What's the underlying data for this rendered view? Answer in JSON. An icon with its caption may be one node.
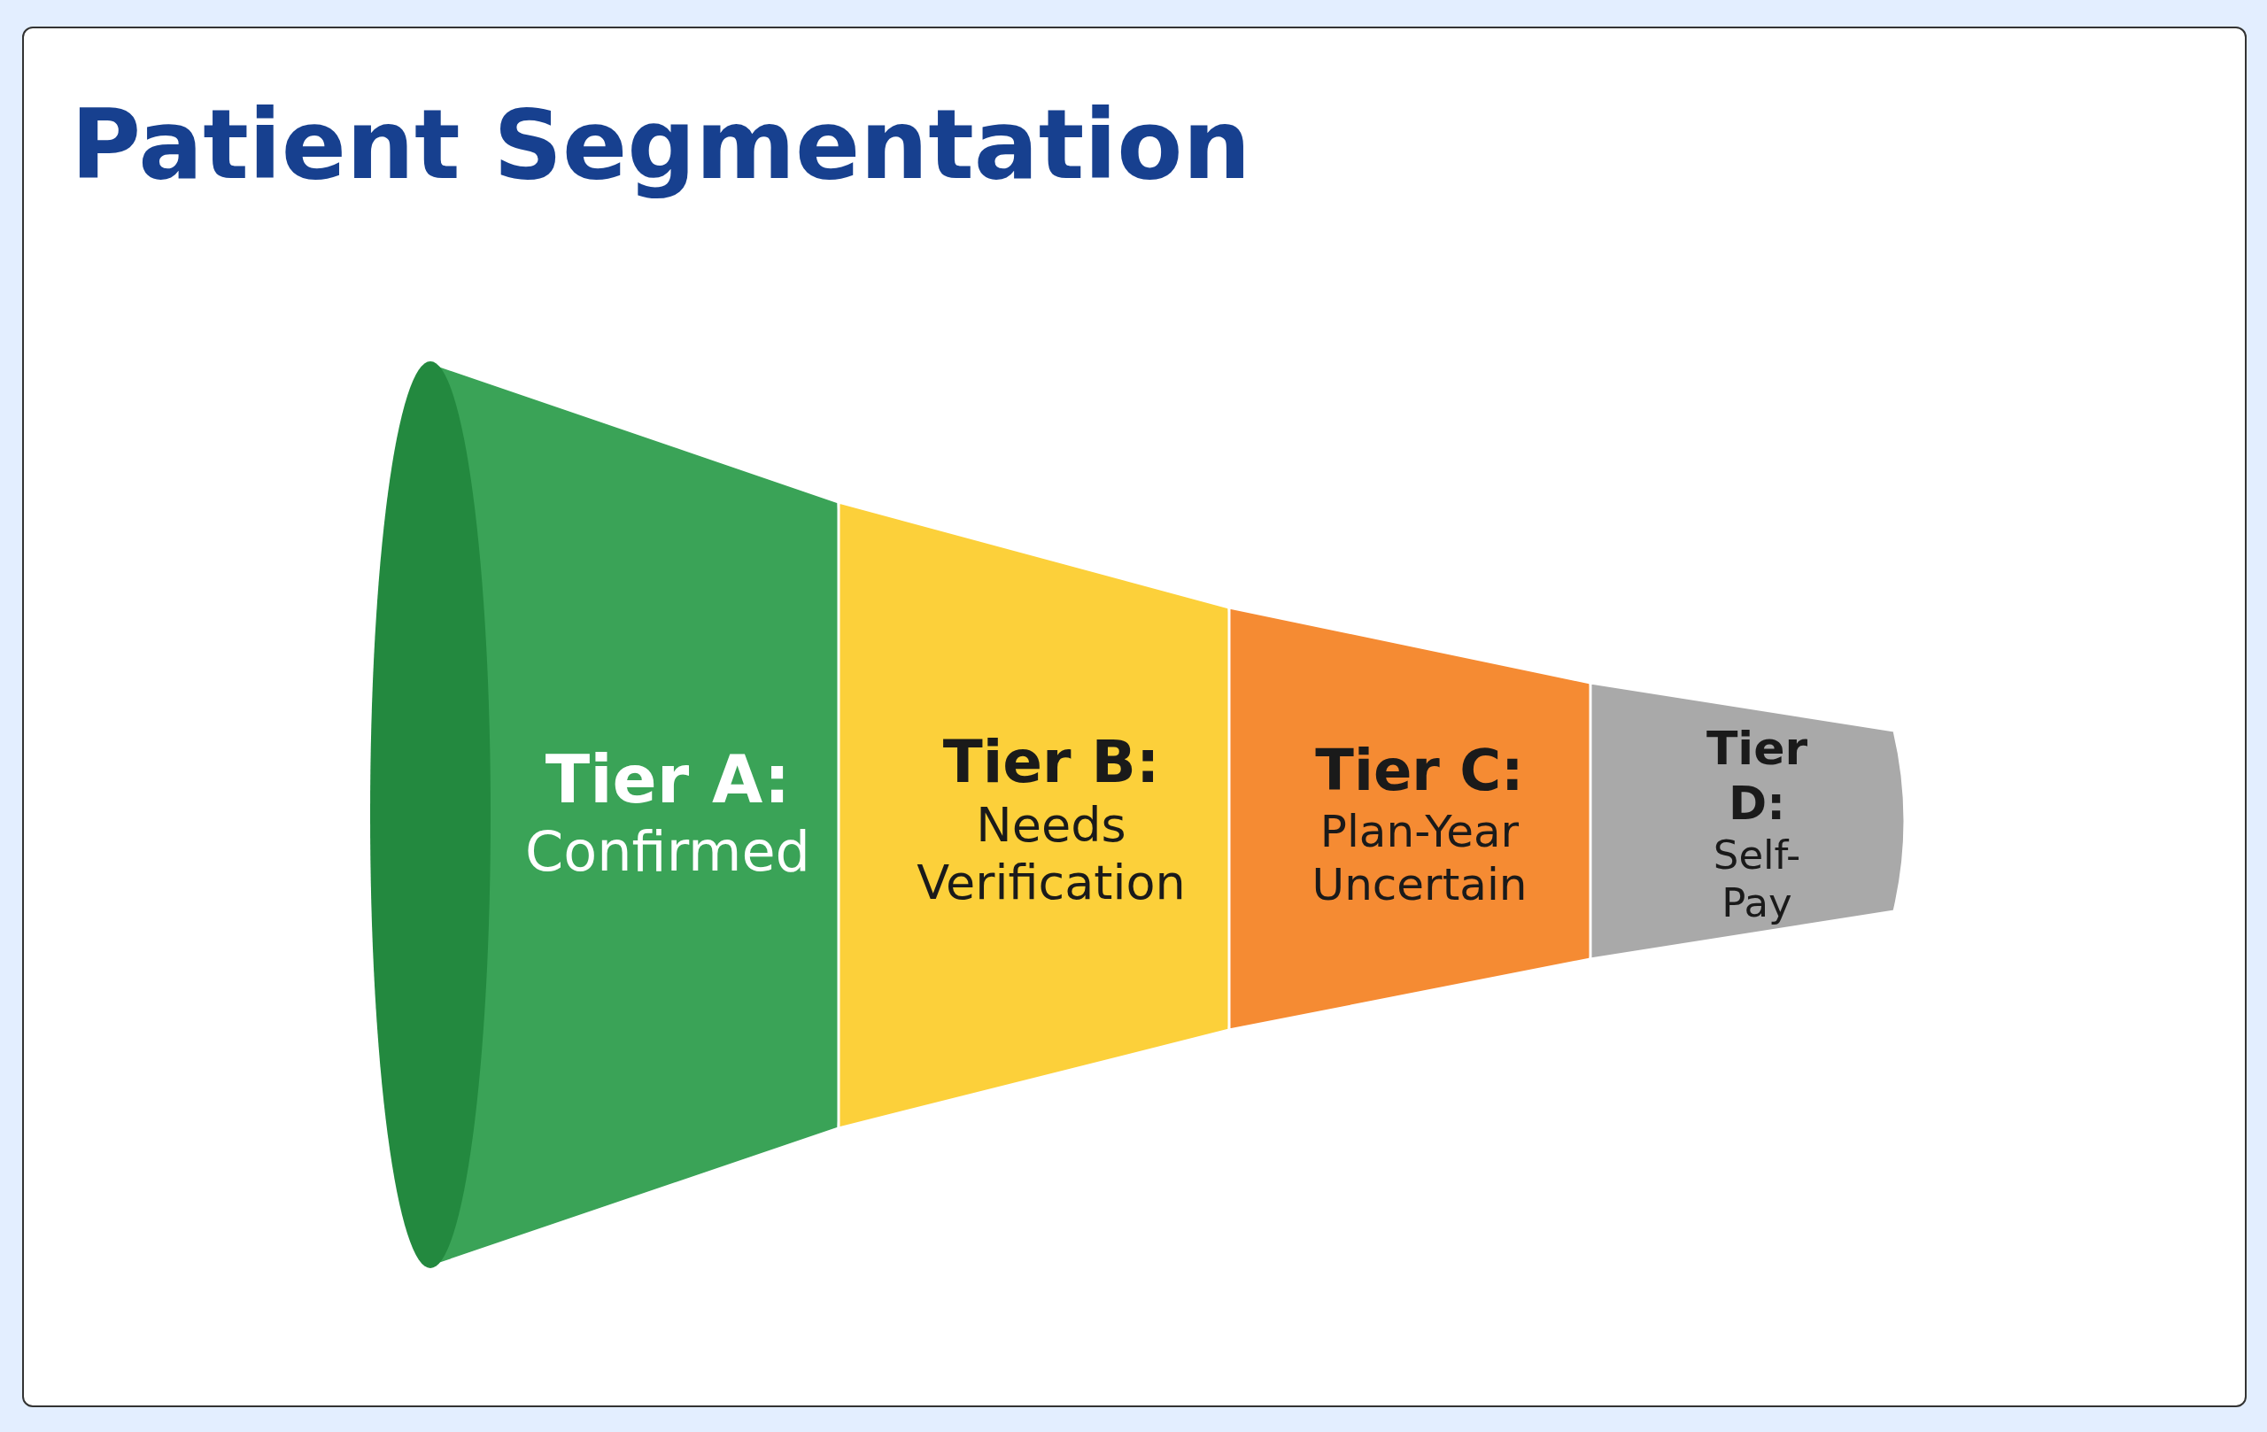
{
  "diagram": {
    "title": "Patient Segmentation",
    "nodes": [
      {
        "text": [
          "Tier A:",
          "Confirmed"
        ]
      },
      {
        "text": [
          "Tier B:",
          "Needs Verification"
        ]
      },
      {
        "text": [
          "Tier C:",
          "Plan-Year Uncertain"
        ]
      },
      {
        "text": [
          "Tier D:",
          "Self-Pay"
        ]
      }
    ]
  }
}
